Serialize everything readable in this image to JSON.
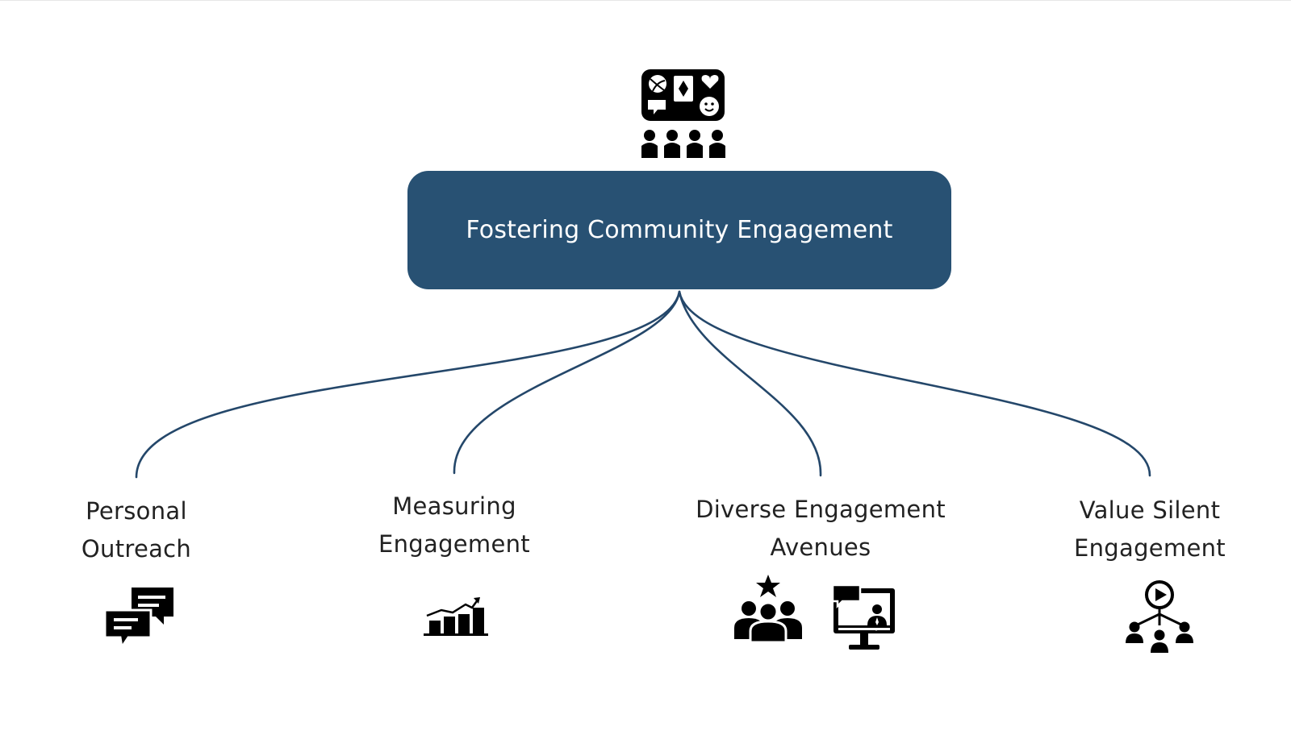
{
  "diagram": {
    "root": {
      "title": "Fostering Community Engagement",
      "icon": "community-board-icon",
      "color": "#285173"
    },
    "branches": [
      {
        "line1": "Personal",
        "line2": "Outreach",
        "icons": [
          "chat-bubbles-icon"
        ]
      },
      {
        "line1": "Measuring",
        "line2": "Engagement",
        "icons": [
          "growth-chart-icon"
        ]
      },
      {
        "line1": "Diverse Engagement",
        "line2": "Avenues",
        "icons": [
          "star-group-icon",
          "video-call-monitor-icon"
        ]
      },
      {
        "line1": "Value Silent",
        "line2": "Engagement",
        "icons": [
          "network-play-icon"
        ]
      }
    ],
    "line_color": "#24476a"
  }
}
